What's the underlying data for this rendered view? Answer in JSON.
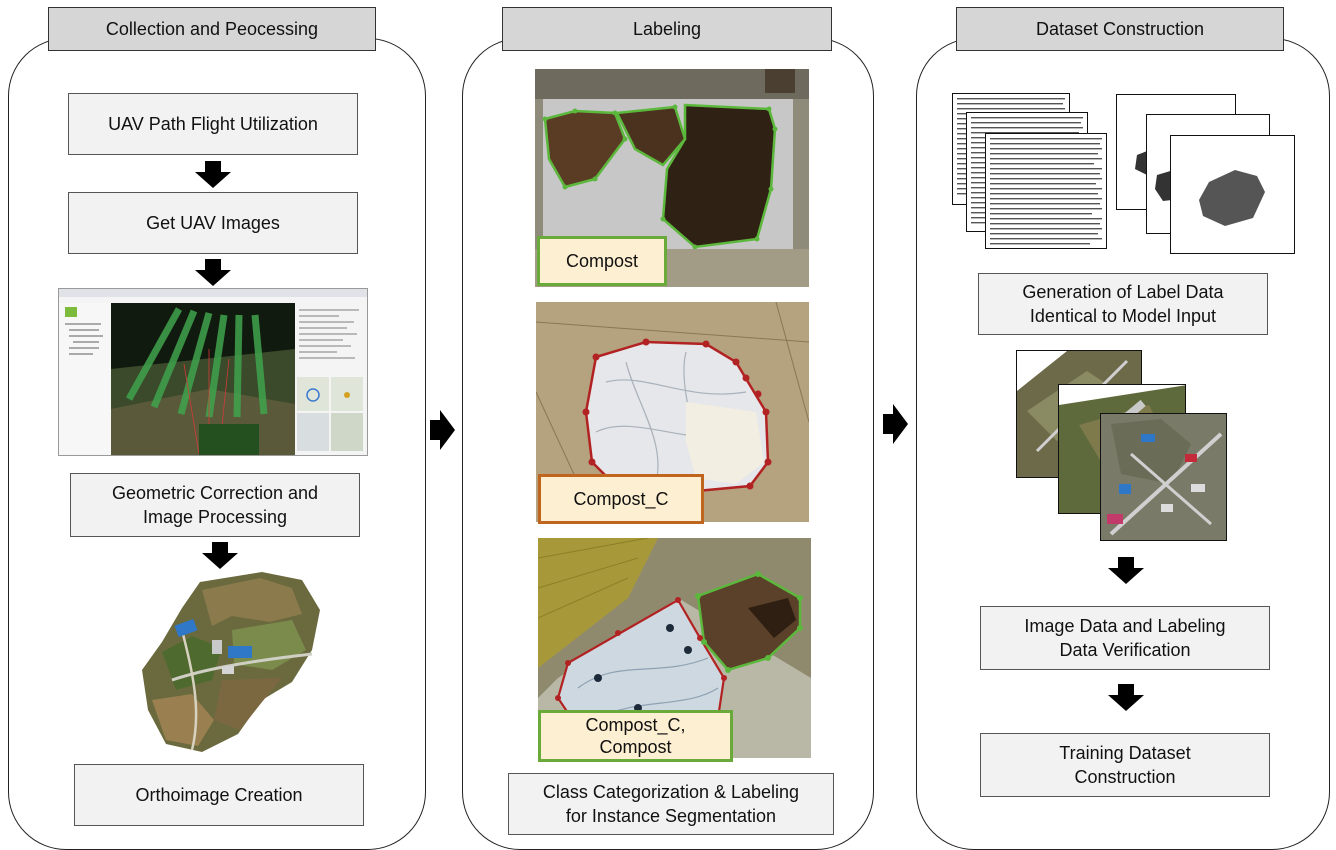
{
  "panels": {
    "collection": {
      "title": "Collection and Peocessing",
      "steps": {
        "uav_path": "UAV Path Flight Utilization",
        "get_images": "Get UAV Images",
        "geo_correction": "Geometric Correction and\nImage Processing",
        "ortho": "Orthoimage Creation"
      }
    },
    "labeling": {
      "title": "Labeling",
      "tags": {
        "compost": "Compost",
        "compost_c": "Compost_C",
        "both": "Compost_C,\nCompost"
      },
      "caption": "Class Categorization & Labeling\nfor Instance Segmentation"
    },
    "dataset": {
      "title": "Dataset Construction",
      "steps": {
        "label_gen": "Generation of Label Data\nIdentical to Model Input",
        "verify": "Image Data and Labeling\nData Verification",
        "training": "Training Dataset\nConstruction"
      }
    }
  },
  "colors": {
    "compost_outline": "#5cb83c",
    "compost_c_outline": "#b22222",
    "tag_green_border": "#6aaa3a",
    "tag_orange_border": "#c0651e",
    "tag_fill": "#fdefd1"
  }
}
